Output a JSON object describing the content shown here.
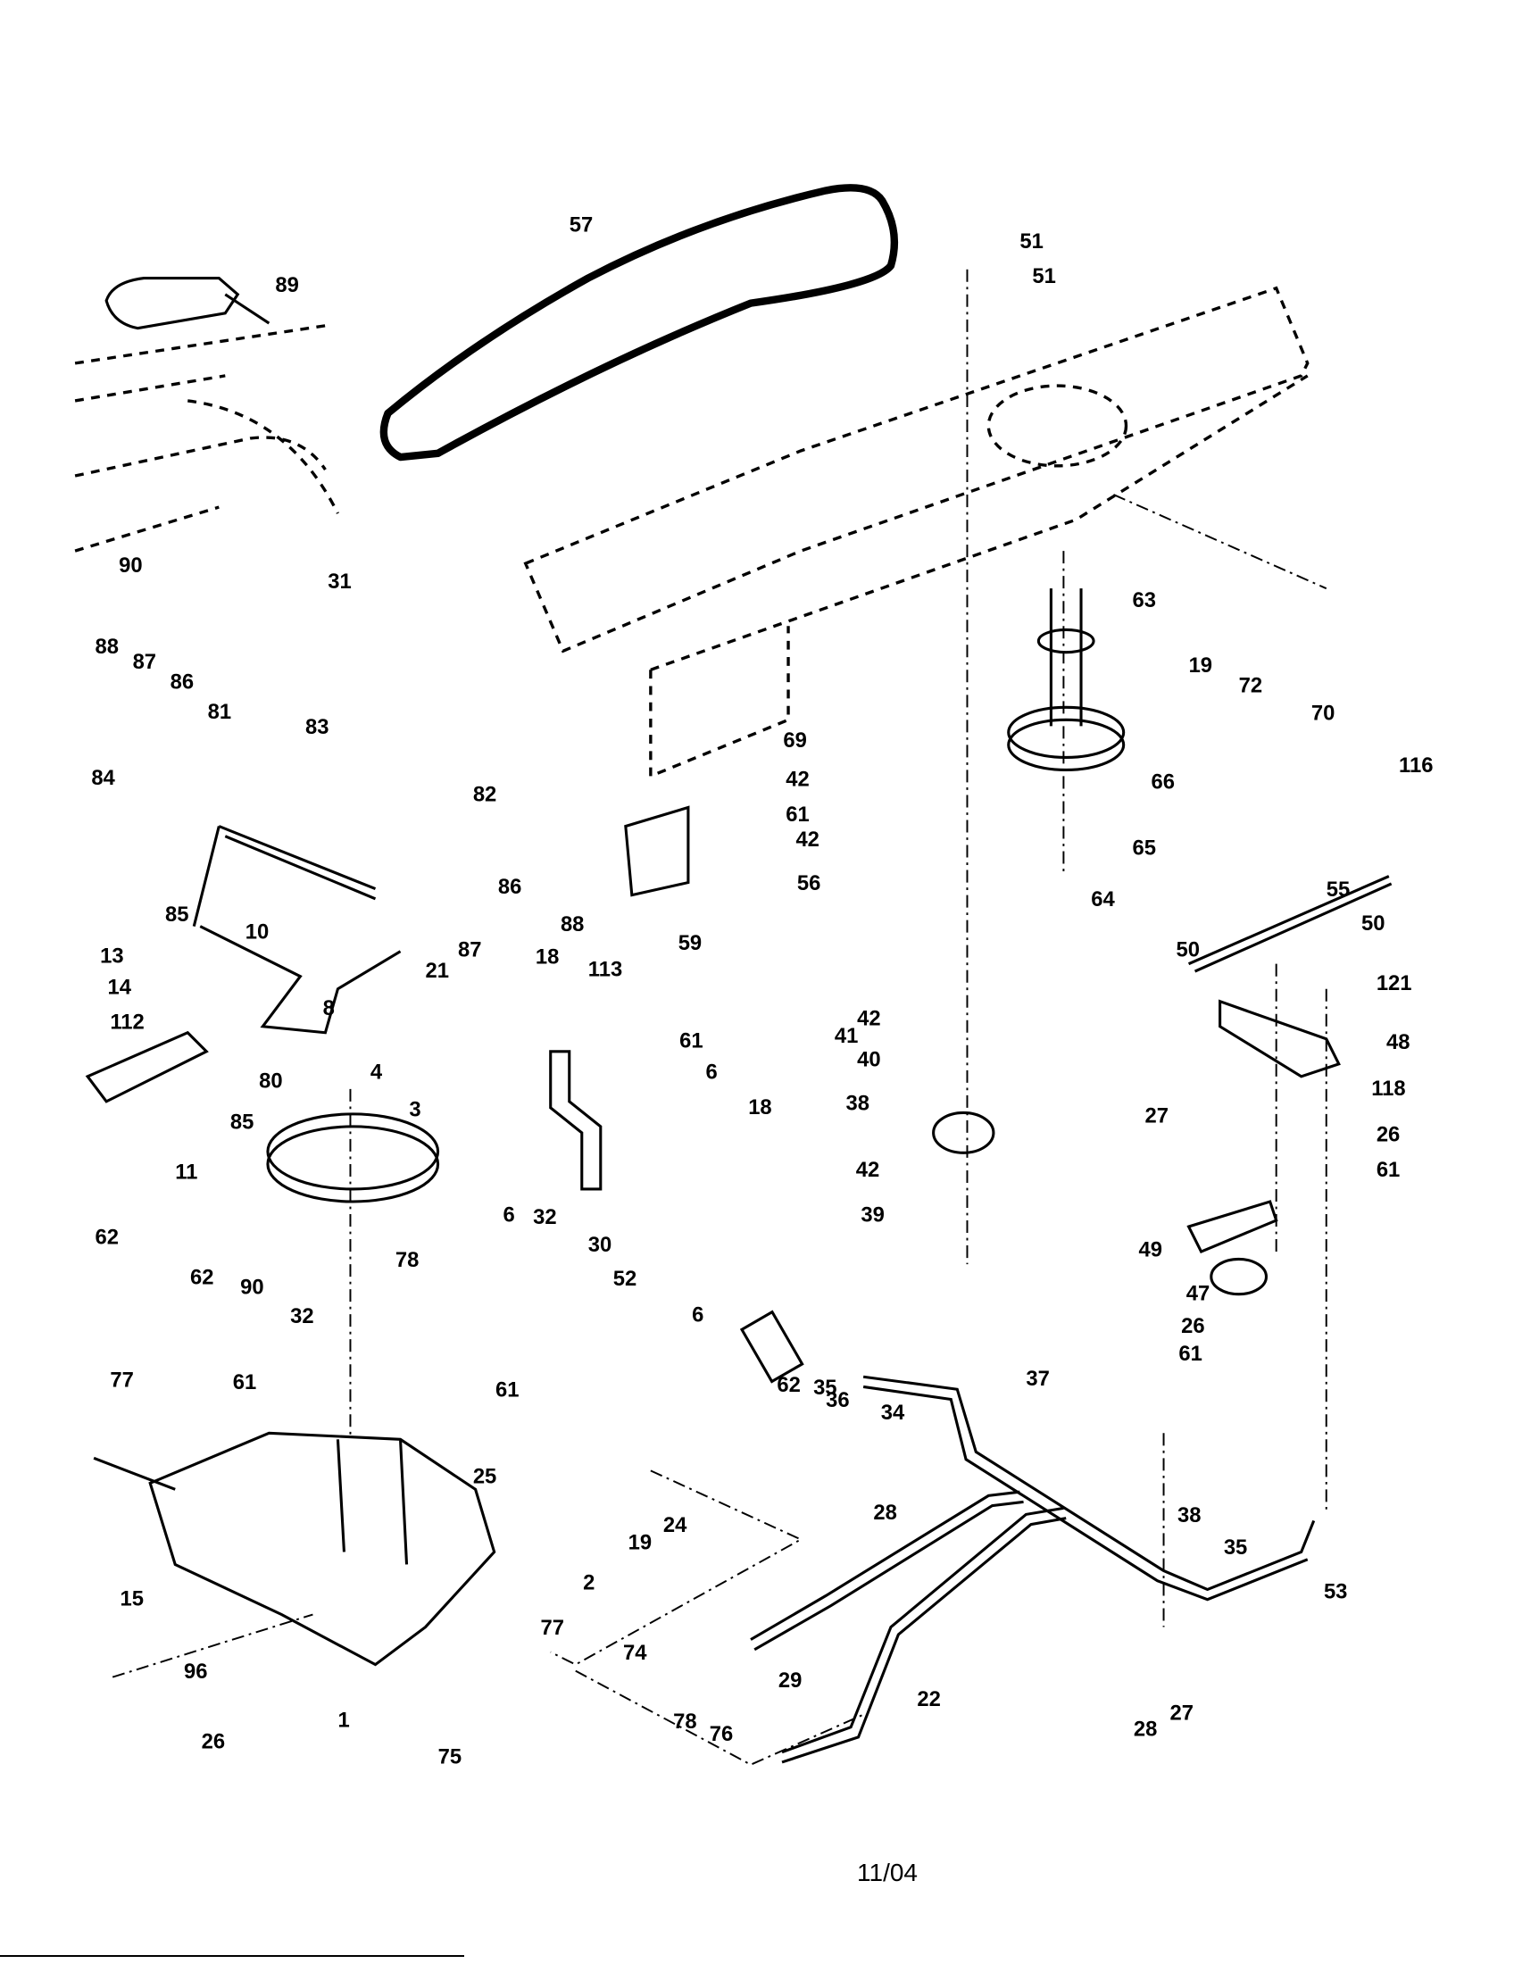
{
  "diagram": {
    "callouts": [
      "57",
      "89",
      "90",
      "31",
      "51",
      "51",
      "63",
      "19",
      "72",
      "70",
      "116",
      "69",
      "42",
      "61",
      "88",
      "87",
      "86",
      "81",
      "83",
      "82",
      "84",
      "85",
      "86",
      "88",
      "87",
      "10",
      "21",
      "8",
      "13",
      "14",
      "112",
      "80",
      "85",
      "11",
      "4",
      "3",
      "78",
      "59",
      "18",
      "113",
      "61",
      "6",
      "18",
      "6",
      "6",
      "42",
      "56",
      "66",
      "65",
      "64",
      "55",
      "41",
      "42",
      "40",
      "38",
      "42",
      "39",
      "50",
      "50",
      "121",
      "48",
      "27",
      "118",
      "26",
      "61",
      "49",
      "47",
      "26",
      "61",
      "62",
      "62",
      "90",
      "32",
      "61",
      "77",
      "32",
      "30",
      "52",
      "61",
      "62",
      "35",
      "36",
      "34",
      "37",
      "25",
      "19",
      "24",
      "2",
      "15",
      "77",
      "74",
      "1",
      "96",
      "26",
      "75",
      "78",
      "76",
      "28",
      "29",
      "22",
      "38",
      "35",
      "53",
      "28",
      "27"
    ]
  },
  "footer": {
    "date": "11/04"
  }
}
